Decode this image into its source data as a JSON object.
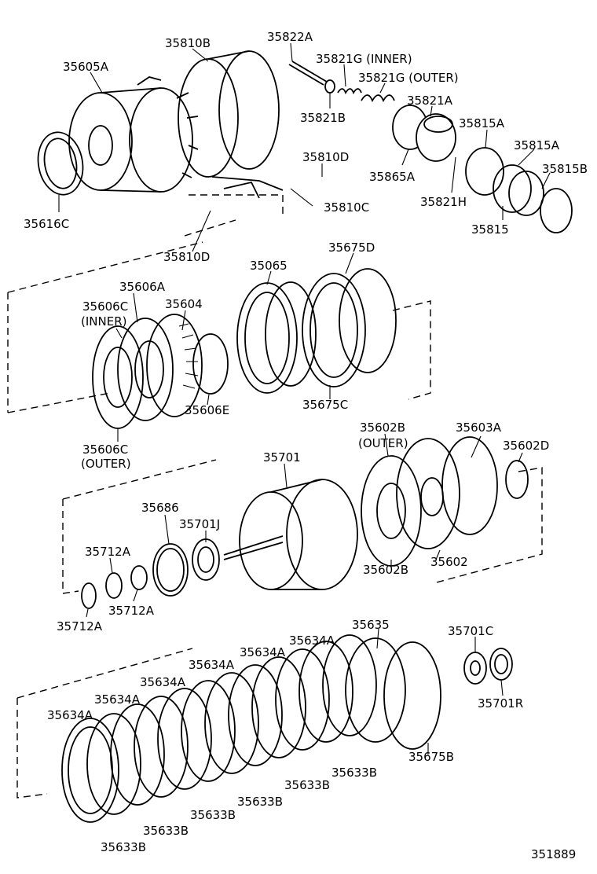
{
  "diagram_id": "351889",
  "labels": {
    "l35605A": "35605A",
    "l35810B": "35810B",
    "l35822A": "35822A",
    "l35821G_inner": "35821G (INNER)",
    "l35821G_outer": "35821G (OUTER)",
    "l35821A": "35821A",
    "l35821B": "35821B",
    "l35815A_1": "35815A",
    "l35815A_2": "35815A",
    "l35815B": "35815B",
    "l35810D_1": "35810D",
    "l35865A": "35865A",
    "l35821H": "35821H",
    "l35810C": "35810C",
    "l35815": "35815",
    "l35616C": "35616C",
    "l35810D_2": "35810D",
    "l35065": "35065",
    "l35675D": "35675D",
    "l35606A": "35606A",
    "l35606C_inner_1": "35606C",
    "l35606C_inner_2": "(INNER)",
    "l35604": "35604",
    "l35606E": "35606E",
    "l35675C": "35675C",
    "l35606C_outer_1": "35606C",
    "l35606C_outer_2": "(OUTER)",
    "l35602B_outer_1": "35602B",
    "l35602B_outer_2": "(OUTER)",
    "l35603A": "35603A",
    "l35602D": "35602D",
    "l35701": "35701",
    "l35686": "35686",
    "l35701J": "35701J",
    "l35712A_1": "35712A",
    "l35712A_2": "35712A",
    "l35712A_3": "35712A",
    "l35602B": "35602B",
    "l35602": "35602",
    "l35635": "35635",
    "l35701C": "35701C",
    "l35634A_1": "35634A",
    "l35634A_2": "35634A",
    "l35634A_3": "35634A",
    "l35634A_4": "35634A",
    "l35634A_5": "35634A",
    "l35634A_6": "35634A",
    "l35701R": "35701R",
    "l35675B": "35675B",
    "l35633B_1": "35633B",
    "l35633B_2": "35633B",
    "l35633B_3": "35633B",
    "l35633B_4": "35633B",
    "l35633B_5": "35633B",
    "l35633B_6": "35633B"
  }
}
